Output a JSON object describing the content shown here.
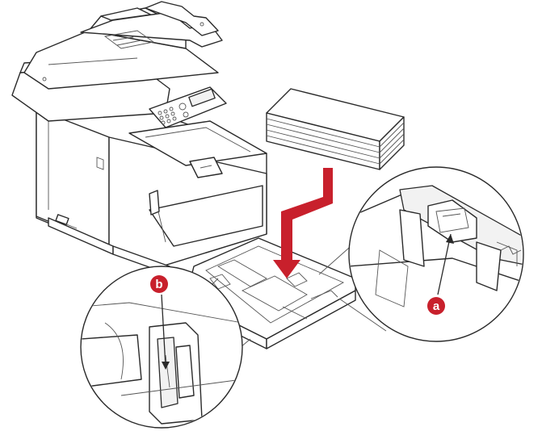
{
  "figure": {
    "callouts": [
      {
        "id": "a",
        "label": "a",
        "color": "#c8202c"
      },
      {
        "id": "b",
        "label": "b",
        "color": "#c8202c"
      }
    ],
    "colors": {
      "line": "#2a2a2a",
      "arrow": "#c8202c",
      "background": "#ffffff"
    }
  }
}
